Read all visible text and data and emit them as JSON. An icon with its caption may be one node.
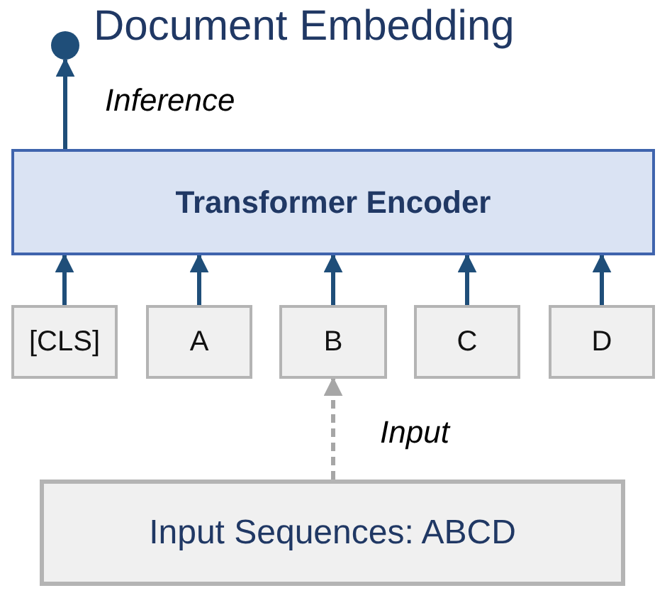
{
  "diagram": {
    "nodes": [
      {
        "text": [],
        "shape": "circle",
        "beside": [
          "Document Embedding"
        ]
      },
      {
        "text": [
          "Transformer Encoder"
        ]
      },
      {
        "text": [
          "[CLS]"
        ]
      },
      {
        "text": [
          "A"
        ]
      },
      {
        "text": [
          "B"
        ]
      },
      {
        "text": [
          "C"
        ]
      },
      {
        "text": [
          "D"
        ]
      },
      {
        "text": [
          "Input Sequences: ABCD"
        ]
      }
    ],
    "edges": [
      {
        "from": 1,
        "to": 0,
        "arrow": "to",
        "label": "Inference"
      },
      {
        "from": 2,
        "to": 1,
        "arrow": "to"
      },
      {
        "from": 3,
        "to": 1,
        "arrow": "to"
      },
      {
        "from": 4,
        "to": 1,
        "arrow": "to"
      },
      {
        "from": 5,
        "to": 1,
        "arrow": "to"
      },
      {
        "from": 6,
        "to": 1,
        "arrow": "to"
      },
      {
        "from": 7,
        "to": 4,
        "arrow": "to",
        "label": "Input",
        "style": "dashed",
        "color": "#a6a6a6"
      }
    ]
  }
}
